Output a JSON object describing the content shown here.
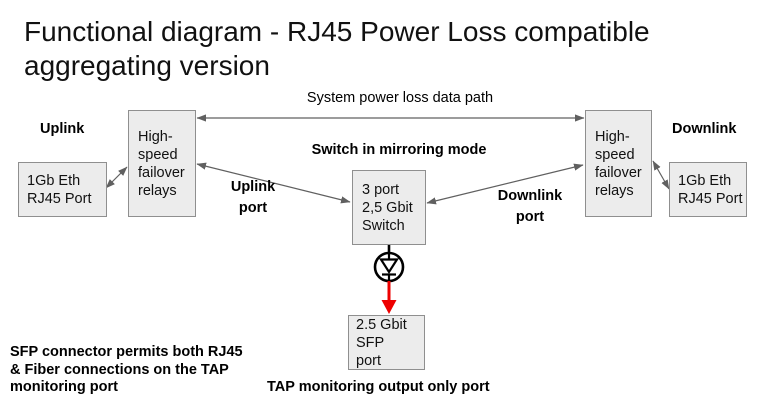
{
  "title": "Functional diagram - RJ45 Power Loss compatible aggregating version",
  "annotations": {
    "system_power_path": "System power loss data path",
    "switch_mode": "Switch in mirroring mode",
    "uplink": "Uplink",
    "downlink": "Downlink",
    "uplink_port": "Uplink\nport",
    "downlink_port": "Downlink\nport",
    "sfp_note": "SFP connector permits both RJ45\n& Fiber connections on the TAP\nmonitoring port",
    "tap_note": "TAP monitoring output only port"
  },
  "boxes": {
    "uplink_rj45": "1Gb Eth\nRJ45 Port",
    "uplink_relays": "High-\nspeed\nfailover\nrelays",
    "switch": "3 port\n2,5 Gbit\nSwitch",
    "downlink_relays": "High-\nspeed\nfailover\nrelays",
    "downlink_rj45": "1Gb Eth\nRJ45 Port",
    "sfp": "2.5 Gbit\nSFP\nport"
  },
  "icons": {
    "diode_icon": "one-way-diode-in-circle"
  },
  "colors": {
    "box_fill": "#ececec",
    "box_border": "#8f8f8f",
    "arrow_gray": "#606060",
    "diode_black": "#000000",
    "tap_output_red": "#ee0000",
    "text": "#000000"
  }
}
